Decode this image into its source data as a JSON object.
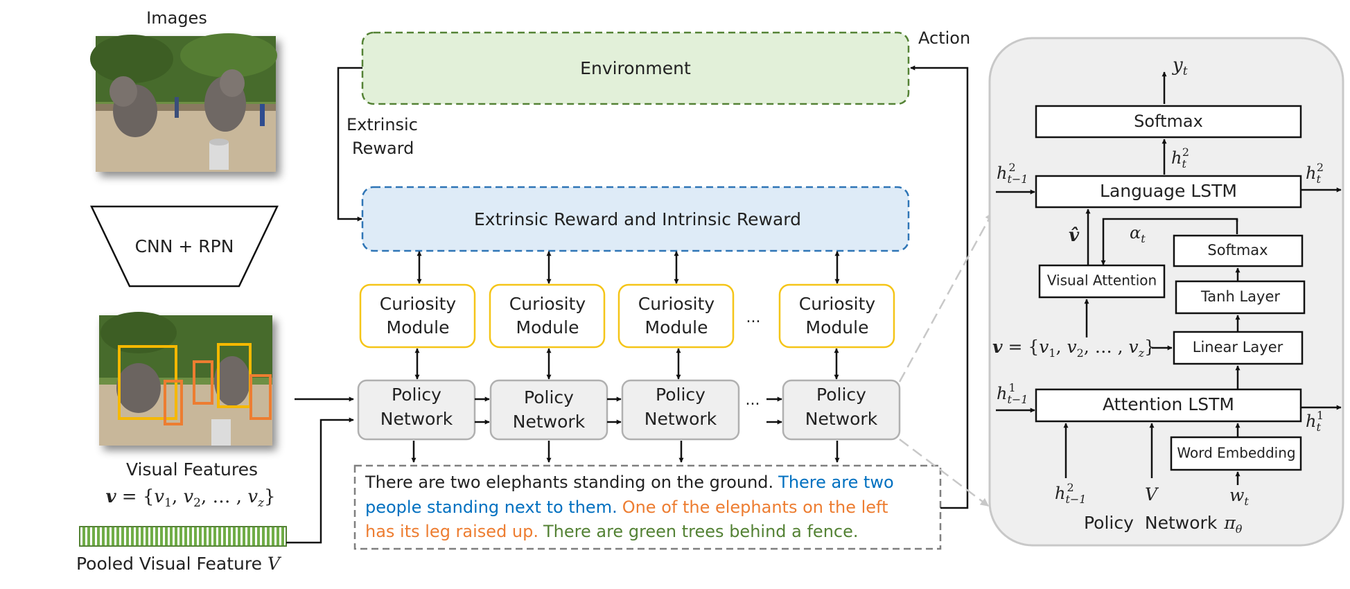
{
  "images_label": "Images",
  "cnn_label": "CNN + RPN",
  "visual_features_label": "Visual Features",
  "pooled_label": "Pooled Visual Feature",
  "action_label": "Action",
  "extrinsic_reward_line1": "Extrinsic",
  "extrinsic_reward_line2": "Reward",
  "environment_label": "Environment",
  "reward_box_label": "Extrinsic Reward and Intrinsic Reward",
  "curiosity_line1": "Curiosity",
  "curiosity_line2": "Module",
  "policy_line1": "Policy",
  "policy_line2": "Network",
  "ellipsis": "...",
  "caption": {
    "black": "There are two elephants standing on the ground.",
    "blue_1": "There are two",
    "blue_2": "people standing next to them.",
    "orange_1": "One of the elephants on the left",
    "orange_2": "has its leg raised up.",
    "green": "There are green trees behind a fence."
  },
  "policy_detail": {
    "softmax_top": "Softmax",
    "language_lstm": "Language LSTM",
    "softmax_small": "Softmax",
    "visual_attention": "Visual Attention",
    "tanh_layer": "Tanh Layer",
    "linear_layer": "Linear Layer",
    "attention_lstm": "Attention LSTM",
    "word_embedding": "Word Embedding",
    "footer_1": "Policy",
    "footer_2": "Network"
  },
  "colors": {
    "env_fill": "#e2f0d9",
    "env_stroke": "#548235",
    "reward_fill": "#deebf7",
    "reward_stroke": "#2e75b6",
    "curiosity_stroke": "#f5c518",
    "policy_fill": "#efefef",
    "policy_stroke": "#b0b0b0",
    "caption_blue": "#0070c0",
    "caption_orange": "#ed7d31",
    "caption_green": "#548235",
    "bbox_yellow": "#f5b800",
    "bbox_orange": "#ed7d31"
  }
}
